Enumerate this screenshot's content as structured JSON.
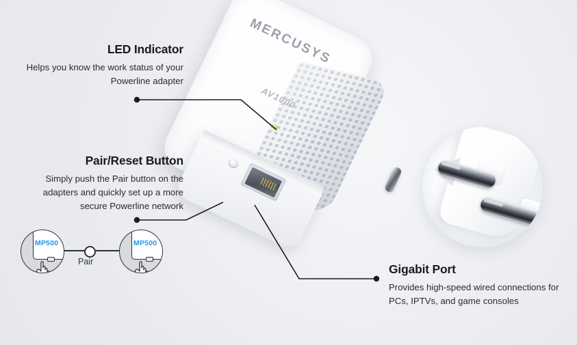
{
  "background": {
    "color": "#ebecf1"
  },
  "callouts": [
    {
      "id": "led",
      "title": "LED Indicator",
      "body": "Helps you know the work status of your Powerline adapter",
      "align": "right"
    },
    {
      "id": "pair",
      "title": "Pair/Reset Button",
      "body": "Simply push the Pair button on the adapters and quickly set up a more secure Powerline network",
      "align": "right"
    },
    {
      "id": "port",
      "title": "Gigabit Port",
      "body": "Provides high-speed wired connections for PCs, IPTVs, and game consoles",
      "align": "left"
    }
  ],
  "device": {
    "brand": "MERCUSYS",
    "model": "AV1000",
    "led_color": "#b9d040",
    "pair_button_name": "Pair/Reset",
    "ethernet_port_name": "Gigabit Ethernet port"
  },
  "plug_closeup": {
    "label": "Europlug power prongs close-up"
  },
  "pairing_diagram": {
    "left_device_label": "MP500",
    "right_device_label": "MP500",
    "connector_label": "Pair",
    "label_color": "#1f9ae0"
  },
  "leader_lines": [
    {
      "name": "led-leader",
      "from": "LED Indicator text",
      "to": "LED dot on device"
    },
    {
      "name": "pair-leader",
      "from": "Pair/Reset Button text",
      "to": "Pair button on device"
    },
    {
      "name": "port-leader",
      "from": "Gigabit Port text",
      "to": "Ethernet port on device"
    }
  ]
}
